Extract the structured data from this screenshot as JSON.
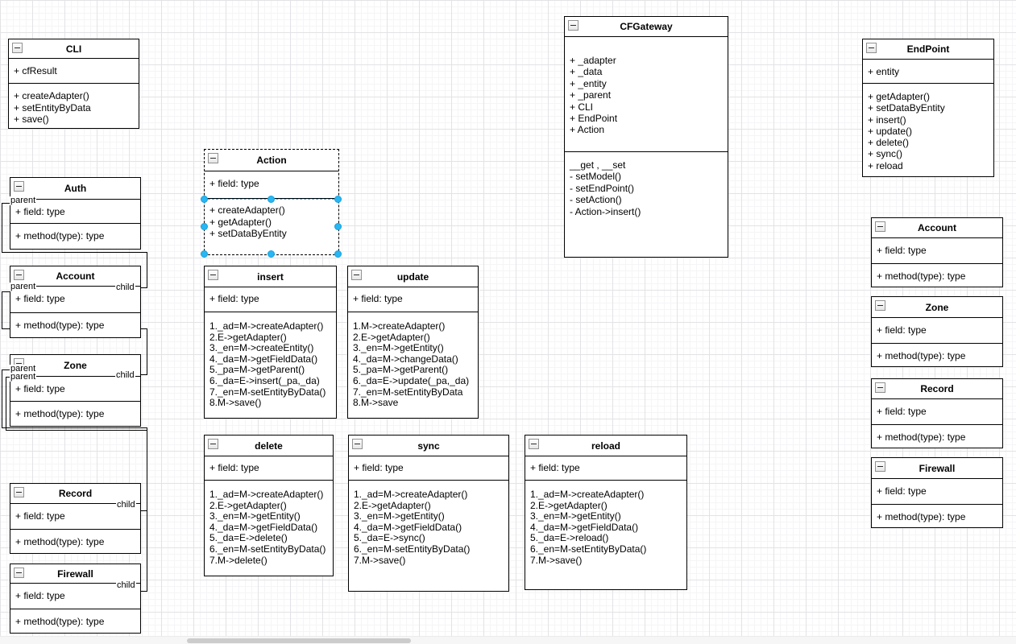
{
  "classes": {
    "cli": {
      "title": "CLI",
      "attributes": [
        "+ cfResult"
      ],
      "methods": [
        "+ createAdapter()",
        "+ setEntityByData",
        "+ save()"
      ]
    },
    "auth": {
      "title": "Auth",
      "attributes": [
        "+ field: type"
      ],
      "methods": [
        "+ method(type): type"
      ]
    },
    "account_left": {
      "title": "Account",
      "attributes": [
        "+ field: type"
      ],
      "methods": [
        "+ method(type): type"
      ]
    },
    "zone_left": {
      "title": "Zone",
      "attributes": [
        "+ field: type"
      ],
      "methods": [
        "+ method(type): type"
      ]
    },
    "record_left": {
      "title": "Record",
      "attributes": [
        "+ field: type"
      ],
      "methods": [
        "+ method(type): type"
      ]
    },
    "firewall_left": {
      "title": "Firewall",
      "attributes": [
        "+ field: type"
      ],
      "methods": [
        "+ method(type): type"
      ]
    },
    "action": {
      "title": "Action",
      "attributes": [
        "+ field: type"
      ],
      "methods": [
        "+ createAdapter()",
        "+ getAdapter()",
        "+ setDataByEntity"
      ]
    },
    "insert": {
      "title": "insert",
      "attributes": [
        "+ field: type"
      ],
      "methods": [
        "1._ad=M->createAdapter()",
        "2.E->getAdapter()",
        "3._en=M->createEntity()",
        "4._da=M->getFieldData()",
        "5._pa=M->getParent()",
        "6._da=E->insert(_pa,_da)",
        "7._en=M-setEntityByData()",
        "8.M->save()"
      ]
    },
    "update": {
      "title": "update",
      "attributes": [
        "+ field: type"
      ],
      "methods": [
        "1.M->createAdapter()",
        "2.E->getAdapter()",
        "3._en=M->getEntity()",
        "4._da=M->changeData()",
        "5._pa=M->getParent()",
        "6._da=E->update(_pa,_da)",
        "7._en=M-setEntityByData",
        "8.M->save"
      ]
    },
    "delete": {
      "title": "delete",
      "attributes": [
        "+ field: type"
      ],
      "methods": [
        "1._ad=M->createAdapter()",
        "2.E->getAdapter()",
        "3._en=M->getEntity()",
        "4._da=M->getFieldData()",
        "5._da=E->delete()",
        "6._en=M-setEntityByData()",
        "7.M->delete()"
      ]
    },
    "sync": {
      "title": "sync",
      "attributes": [
        "+ field: type"
      ],
      "methods": [
        "1._ad=M->createAdapter()",
        "2.E->getAdapter()",
        "3._en=M->getEntity()",
        "4._da=M->getFieldData()",
        "5._da=E->sync()",
        "6._en=M-setEntityByData()",
        "7.M->save()"
      ]
    },
    "reload": {
      "title": "reload",
      "attributes": [
        "+ field: type"
      ],
      "methods": [
        "1._ad=M->createAdapter()",
        "2.E->getAdapter()",
        "3._en=M->getEntity()",
        "4._da=M->getFieldData()",
        "5._da=E->reload()",
        "6._en=M-setEntityByData()",
        "7.M->save()"
      ]
    },
    "cfgateway": {
      "title": "CFGateway",
      "attributes": [
        "+ _adapter",
        "+ _data",
        "+ _entity",
        "+ _parent",
        "+ CLI",
        "+ EndPoint",
        "+ Action"
      ],
      "methods": [
        "__get , __set",
        "- setModel()",
        "- setEndPoint()",
        "- setAction()",
        "- Action->insert()"
      ]
    },
    "endpoint": {
      "title": "EndPoint",
      "attributes": [
        "+  entity"
      ],
      "methods": [
        "+ getAdapter()",
        "+ setDataByEntity",
        "+ insert()",
        "+ update()",
        "+ delete()",
        "+ sync()",
        "+ reload"
      ]
    },
    "account_right": {
      "title": "Account",
      "attributes": [
        "+ field: type"
      ],
      "methods": [
        "+ method(type): type"
      ]
    },
    "zone_right": {
      "title": "Zone",
      "attributes": [
        "+ field: type"
      ],
      "methods": [
        "+ method(type): type"
      ]
    },
    "record_right": {
      "title": "Record",
      "attributes": [
        "+ field: type"
      ],
      "methods": [
        "+ method(type): type"
      ]
    },
    "firewall_right": {
      "title": "Firewall",
      "attributes": [
        "+ field: type"
      ],
      "methods": [
        "+ method(type): type"
      ]
    }
  },
  "edges": {
    "parent_label": "parent",
    "child_label": "child"
  },
  "colors": {
    "box_border": "#000000",
    "selection_handle": "#29b6f2",
    "selection_outline": "#29b6f2",
    "grid_major": "#e3e3e7",
    "grid_minor": "#f5f5f7",
    "scrollbar_thumb": "#cccccc"
  }
}
